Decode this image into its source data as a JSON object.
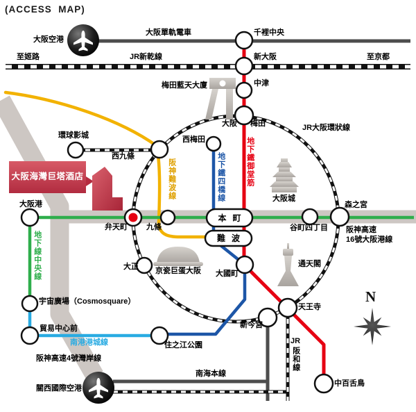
{
  "title": "(ACCESS  MAP)",
  "compass": "N",
  "colors": {
    "midosuji_red": "#e60012",
    "yotsubashi_blue": "#1d56a7",
    "chuo_green": "#2fae4c",
    "nanko_light_blue": "#29abe2",
    "hanshin_yellow": "#f2b200",
    "rail_dark_gray": "#4d4d4d",
    "expressway_gray": "#cdc7c3",
    "hotel_red": "#c23a4c",
    "station_stroke": "#111111"
  },
  "lines": {
    "monorail": {
      "label": "大阪單軌電車"
    },
    "shinkansen": {
      "label": "JR新乾線"
    },
    "jr_loop": {
      "label": "JR大阪環狀線"
    },
    "midosuji": {
      "label": "地下鐵御堂筋"
    },
    "yotsubashi": {
      "label": "地下鐵四橋線"
    },
    "chuo": {
      "label": "地下線中央線"
    },
    "hanshin_namba": {
      "label": "阪神難波線"
    },
    "nanko_port_town": {
      "label": "南港港城線"
    },
    "nankai_main": {
      "label": "南海本線"
    },
    "jr_hanwa_prefix": "JR",
    "jr_hanwa_suffix": "阪和線",
    "expressway16": {
      "label": "阪神高速\n16號大阪港線"
    },
    "expressway4": {
      "label": "阪神高速4號灣岸線"
    }
  },
  "directions": {
    "to_himeji": "至姬路",
    "to_kyoto": "至京都"
  },
  "stations": {
    "senri_chuo": "千裡中央",
    "shin_osaka": "新大阪",
    "nakatsu": "中津",
    "osaka": "大阪",
    "umeda": "梅田",
    "nishi_umeda": "西梅田",
    "universal_city": "環球影城",
    "nishikujo": "西九條",
    "bentencho": "弁天町",
    "kujo": "九條",
    "osakako": "大阪港",
    "hommachi": "本町",
    "namba": "難波",
    "tanimachi4": "谷町四丁目",
    "morinomiya": "森之宮",
    "taisho": "大正",
    "daikokucho": "大國町",
    "cosmosquare": "宇宙廣場（Cosmosquare）",
    "trade_center": "貿易中心前",
    "suminoe_koen": "住之江公園",
    "shin_imamiya": "新今宮",
    "tennoji": "天王寺",
    "nakamozu": "中百舌鳥"
  },
  "pois": {
    "hotel": "大阪海灣巨塔酒店",
    "umeda_sky_building": "梅田藍天大廈",
    "osaka_castle": "大阪城",
    "kyocera_dome": "京瓷巨蛋大阪",
    "tsutenkaku": "通天閣",
    "osaka_airport": "大阪空港",
    "kansai_airport": "關西國際空港"
  }
}
